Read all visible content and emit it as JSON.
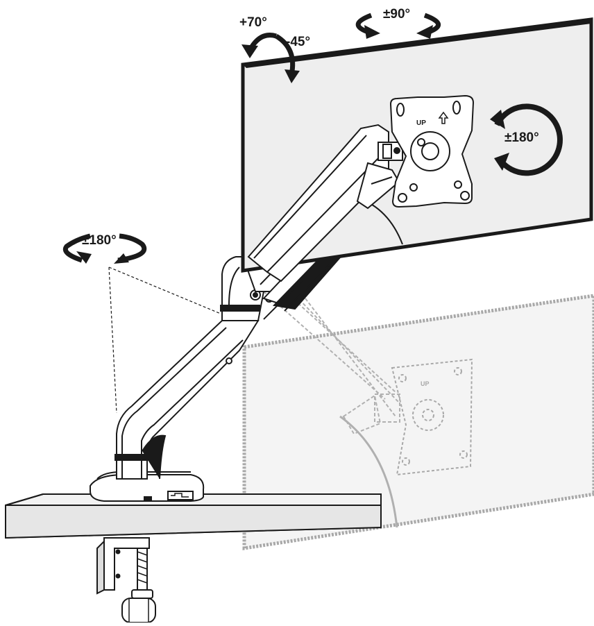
{
  "labels": {
    "tilt_up": "+70°",
    "tilt_down": "-45°",
    "swivel": "±90°",
    "rotation": "±180°",
    "base_rotation": "±180°",
    "vesa_up": "UP",
    "ghost_up": "UP"
  },
  "colors": {
    "line": "#1a1a1a",
    "ghost": "#a8a8a8",
    "ghost_fill": "#f4f4f4",
    "monitor_fill": "#eeeeee",
    "desk_fill": "#f2f2f2"
  }
}
